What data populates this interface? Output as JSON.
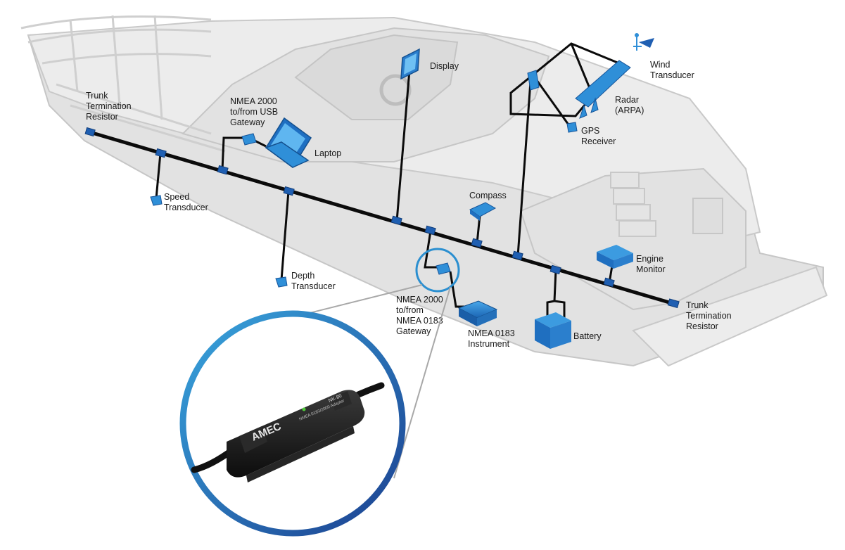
{
  "labels": {
    "trunk_left": [
      "Trunk",
      "Termination",
      "Resistor"
    ],
    "usb_gateway": [
      "NMEA 2000",
      "to/from USB",
      "Gateway"
    ],
    "laptop": "Laptop",
    "display": "Display",
    "wind": [
      "Wind",
      "Transducer"
    ],
    "radar": [
      "Radar",
      "(ARPA)"
    ],
    "gps": [
      "GPS",
      "Receiver"
    ],
    "speed": [
      "Speed",
      "Transducer"
    ],
    "compass": "Compass",
    "engine": [
      "Engine",
      "Monitor"
    ],
    "depth": [
      "Depth",
      "Transducer"
    ],
    "gateway_0183": [
      "NMEA 2000",
      "to/from",
      "NMEA 0183",
      "Gateway"
    ],
    "instrument": [
      "NMEA 0183",
      "Instrument"
    ],
    "battery": "Battery",
    "trunk_right": [
      "Trunk",
      "Termination",
      "Resistor"
    ]
  },
  "product": {
    "brand": "AMEC",
    "model": "NK-80",
    "caption": "NMEA 0183/2000 Adapter"
  },
  "colors": {
    "device_blue": "#2f8fd8",
    "tee_blue": "#1f5fb2",
    "cable": "#0b0b0b",
    "hull": "#ececec",
    "ring_outer": "#1b3f8f",
    "ring_inner": "#39a6de"
  }
}
